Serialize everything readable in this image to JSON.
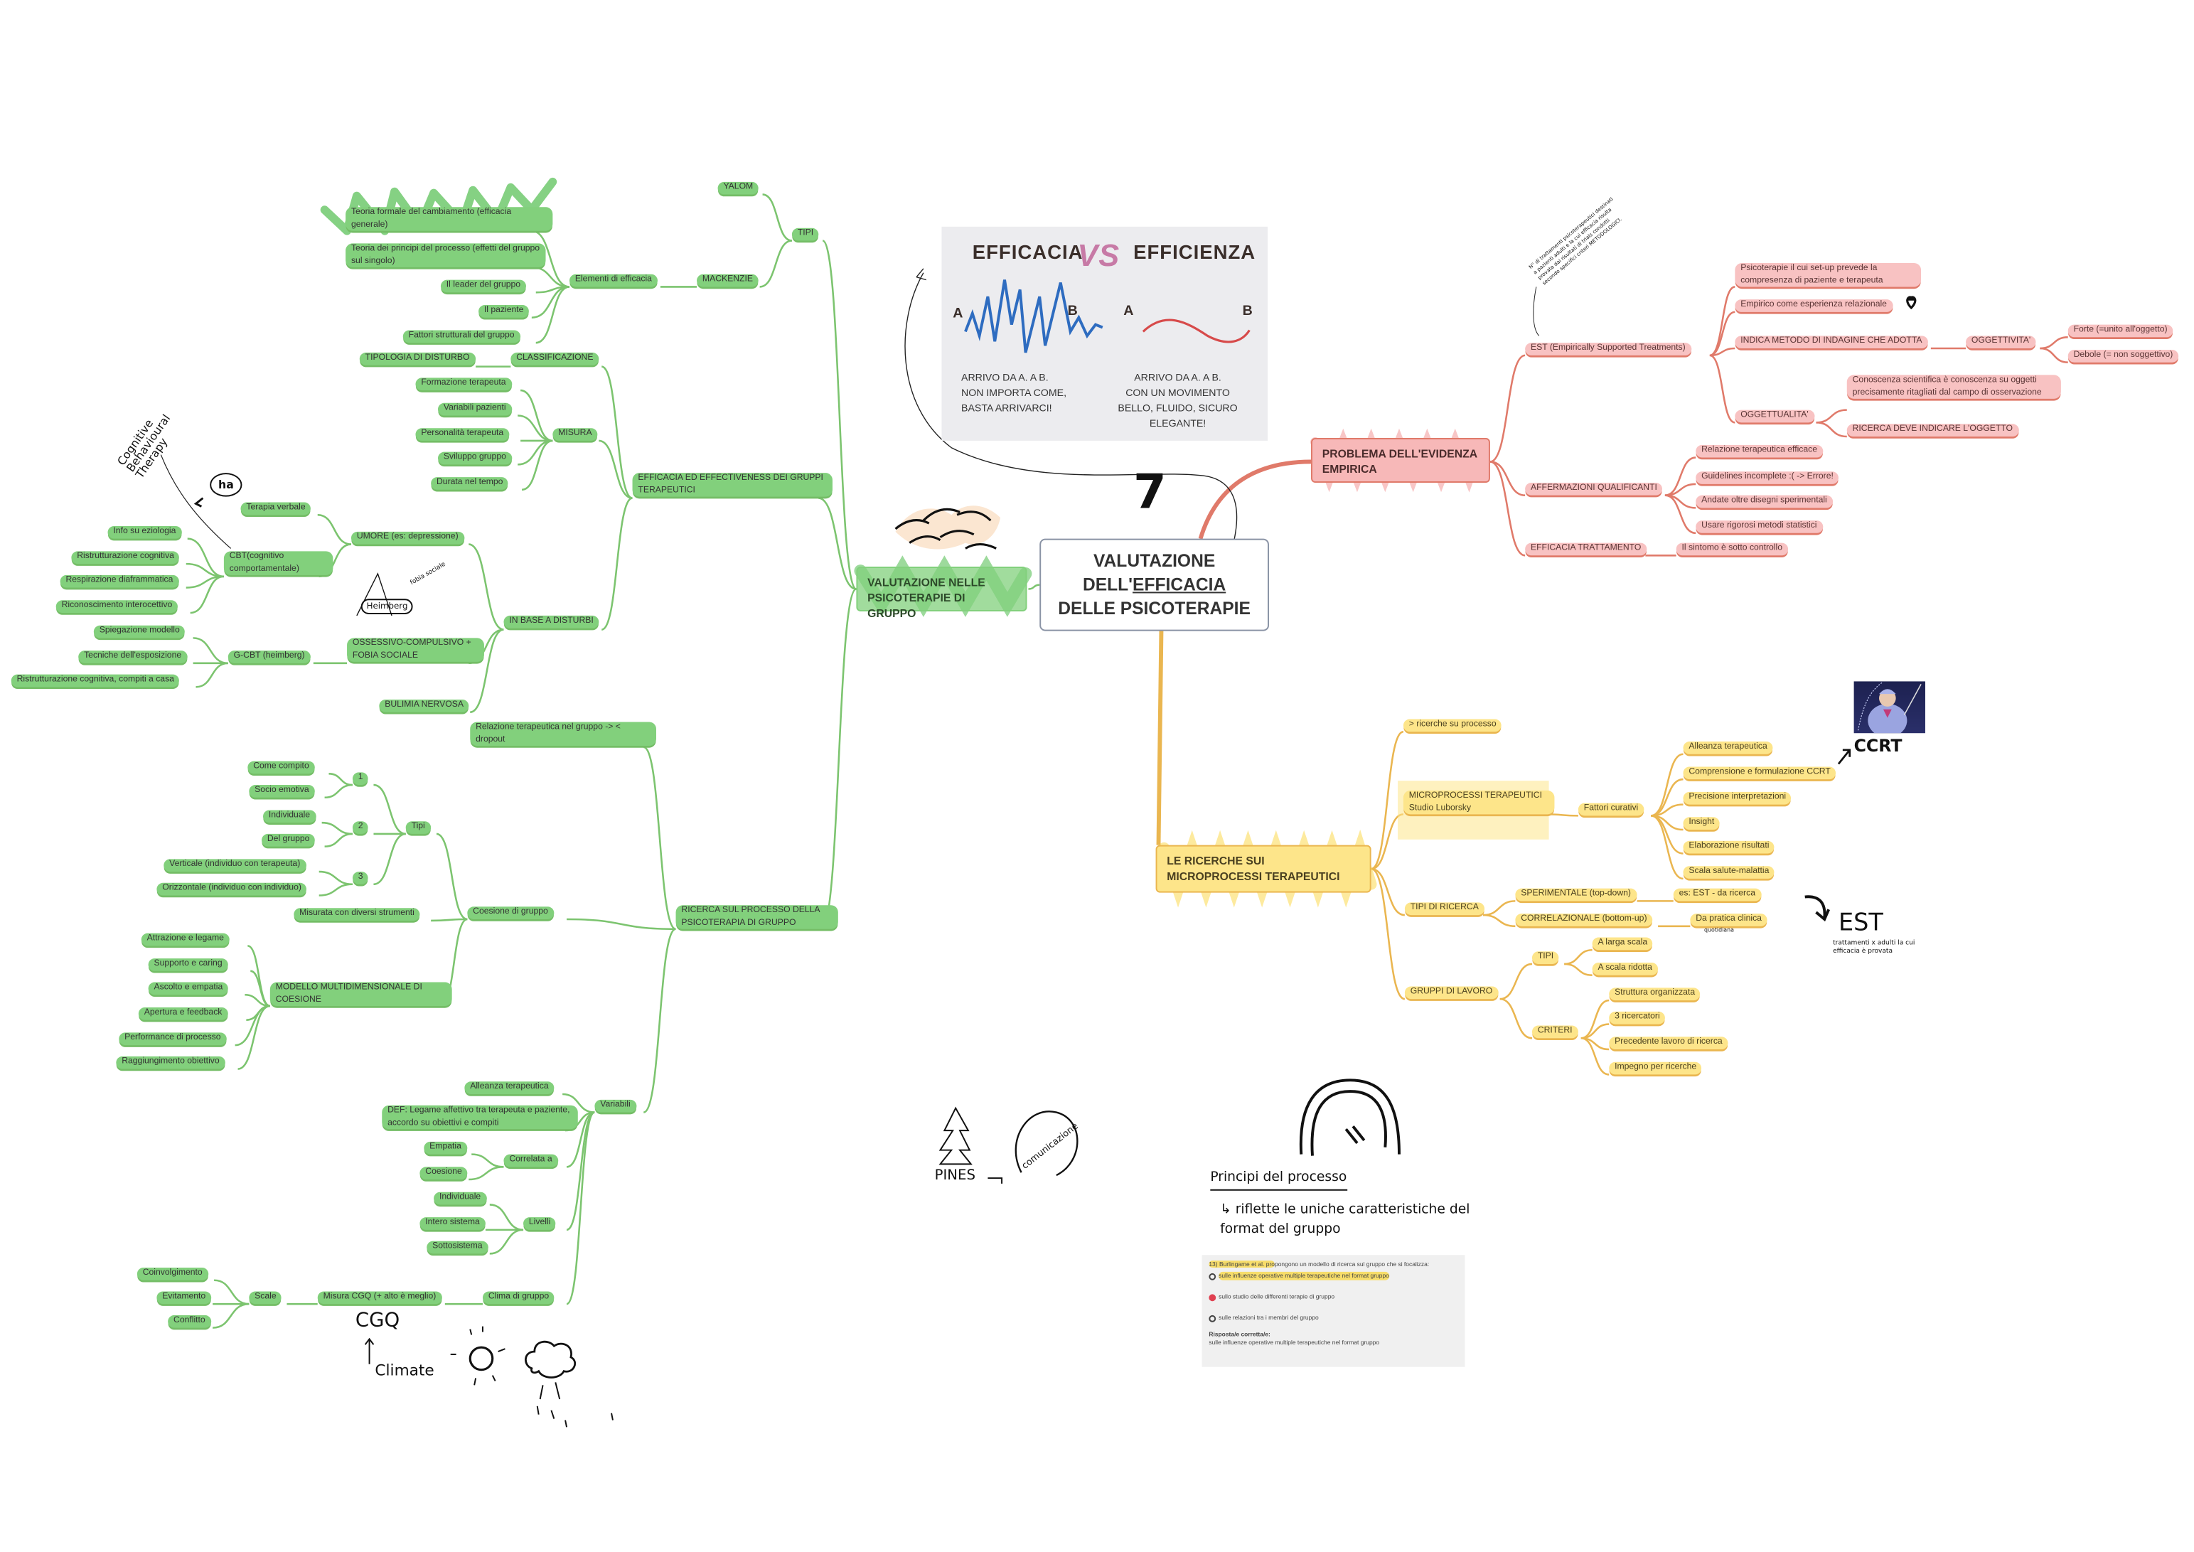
{
  "root": {
    "line1": "VALUTAZIONE",
    "line2a": "DELL'",
    "line2b": "EFFICACIA",
    "line3": "DELLE PSICOTERAPIE"
  },
  "green_main": "VALUTAZIONE NELLE PSICOTERAPIE DI GRUPPO",
  "red_main": "PROBLEMA DELL'EVIDENZA EMPIRICA",
  "yellow_main": "LE RICERCHE SUI MICROPROCESSI TERAPEUTICI",
  "green": [
    "YALOM",
    "TIPI",
    "MACKENZIE",
    "Elementi di efficacia",
    "Teoria formale del cambiamento (efficacia generale)",
    "Teoria dei principi del processo (effetti del gruppo sul singolo)",
    "Il leader del gruppo",
    "Il paziente",
    "Fattori strutturali del gruppo",
    "TIPOLOGIA DI DISTURBO",
    "CLASSIFICAZIONE",
    "Formazione terapeuta",
    "Variabili pazienti",
    "Personalità terapeuta",
    "Sviluppo gruppo",
    "Durata nel tempo",
    "MISURA",
    "EFFICACIA ED EFFECTIVENESS DEI GRUPPI TERAPEUTICI",
    "Terapia verbale",
    "UMORE (es: depressione)",
    "Info su eziologia",
    "Ristrutturazione cognitiva",
    "Respirazione diaframmatica",
    "Riconoscimento interocettivo",
    "CBT(cognitivo comportamentale)",
    "IN BASE A DISTURBI",
    "Spiegazione modello",
    "Tecniche dell'esposizione",
    "Ristrutturazione cognitiva, compiti a casa",
    "G-CBT (heimberg)",
    "OSSESSIVO-COMPULSIVO + FOBIA SOCIALE",
    "BULIMIA NERVOSA",
    "Relazione terapeutica nel gruppo -> < dropout",
    "Come compito",
    "Socio emotiva",
    "1",
    "Individuale",
    "Del gruppo",
    "2",
    "Tipi",
    "Verticale (individuo con terapeuta)",
    "Orizzontale (individuo con individuo)",
    "3",
    "Misurata con diversi strumenti",
    "Coesione di gruppo",
    "RICERCA SUL PROCESSO DELLA PSICOTERAPIA DI GRUPPO",
    "Attrazione e legame",
    "Supporto e caring",
    "Ascolto e empatia",
    "Apertura e feedback",
    "Performance di processo",
    "Raggiungimento obiettivo",
    "MODELLO MULTIDIMENSIONALE DI COESIONE",
    "Alleanza terapeutica",
    "DEF: Legame affettivo tra terapeuta e paziente, accordo su obiettivi e compiti",
    "Variabili",
    "Empatia",
    "Coesione",
    "Correlata a",
    "Individuale",
    "Intero sistema",
    "Sottosistema",
    "Livelli",
    "Coinvolgimento",
    "Evitamento",
    "Conflitto",
    "Scale",
    "Misura CGQ (+ alto è meglio)",
    "Clima di gruppo"
  ],
  "red": [
    "EST (Empirically Supported Treatments)",
    "Psicoterapie il cui set-up prevede la compresenza di paziente e terapeuta",
    "Empirico come esperienza relazionale",
    "INDICA METODO DI INDAGINE CHE ADOTTA",
    "OGGETTIVITA'",
    "Forte (=unito all'oggetto)",
    "Debole (= non soggettivo)",
    "Conoscenza scientifica è conoscenza su oggetti precisamente ritagliati dal campo di osservazione",
    "OGGETTUALITA'",
    "RICERCA DEVE INDICARE L'OGGETTO",
    "AFFERMAZIONI QUALIFICANTI",
    "Relazione terapeutica efficace",
    "Guidelines incomplete :( -> Errore!",
    "Andate oltre disegni sperimentali",
    "Usare rigorosi metodi statistici",
    "EFFICACIA TRATTAMENTO",
    "Il sintomo è sotto controllo"
  ],
  "yellow": [
    "> ricerche su processo",
    "MICROPROCESSI TERAPEUTICI Studio Luborsky",
    "Fattori curativi",
    "Alleanza terapeutica",
    "Comprensione e formulazione CCRT",
    "Precisione interpretazioni",
    "Insight",
    "Elaborazione risultati",
    "Scala salute-malattia",
    "TIPI DI RICERCA",
    "SPERIMENTALE (top-down)",
    "es: EST - da ricerca",
    "CORRELAZIONALE (bottom-up)",
    "Da pratica clinica",
    "GRUPPI DI LAVORO",
    "TIPI",
    "A larga scala",
    "A scala ridotta",
    "CRITERI",
    "Struttura organizzata",
    "3 ricercatori",
    "Precedente lavoro di ricerca",
    "Impegno per ricerche"
  ],
  "efficacy_image": {
    "left_title": "EFFICACIA",
    "vs": "VS",
    "right_title": "EFFICIENZA",
    "point_a": "A",
    "point_b": "B",
    "left_caption": [
      "ARRIVO DA A. A B.",
      "NON IMPORTA COME,",
      "BASTA ARRIVARCI!"
    ],
    "right_caption": [
      "ARRIVO DA A. A B.",
      "CON UN MOVIMENTO",
      "BELLO, FLUIDO, SICURO",
      "ELEGANTE!"
    ]
  },
  "annotations": {
    "cbt_full": "Cognitive Behavioural Therapy",
    "ha": "ha",
    "heimberg": "Heimberg",
    "fobia_sociale": "fobia sociale",
    "seven": "7",
    "est_note": "N° di trattamenti psicoterapeutici destinati a pazienti adulti e la cui efficacia risulta provata dai risultati di trials condotti secondo specifici criteri METODOLOGICI.",
    "ccrt": "CCRT",
    "est": "EST",
    "est_desc": "trattamenti x adulti la cui efficacia è provata",
    "quotidiana": "quotidiana",
    "cgq": "CGQ",
    "climate": "Climate",
    "pines": "PINES",
    "comunicazione": "comunicazione",
    "principi": "Principi del processo",
    "riflette": "↳ riflette le uniche caratteristiche del format del gruppo"
  },
  "quiz": {
    "question_num": "13)",
    "question_hl": "Burlingame et al. pro",
    "question_rest": "pongono un modello di ricerca sul gruppo che si focalizza:",
    "options": [
      "sulle influenze operative multiple terapeutiche nel format gruppo",
      "sullo studio delle differenti terapie di gruppo",
      "sulle relazioni tra i membri del gruppo"
    ],
    "answer_label": "Risposta/e corretta/e:",
    "answer": "sulle influenze operative multiple terapeutiche nel format gruppo"
  },
  "colors": {
    "green": "#82d07c",
    "red": "#f8c2c2",
    "red_line": "#e07a6a",
    "yellow": "#fde58a",
    "yellow_line": "#eab650"
  }
}
